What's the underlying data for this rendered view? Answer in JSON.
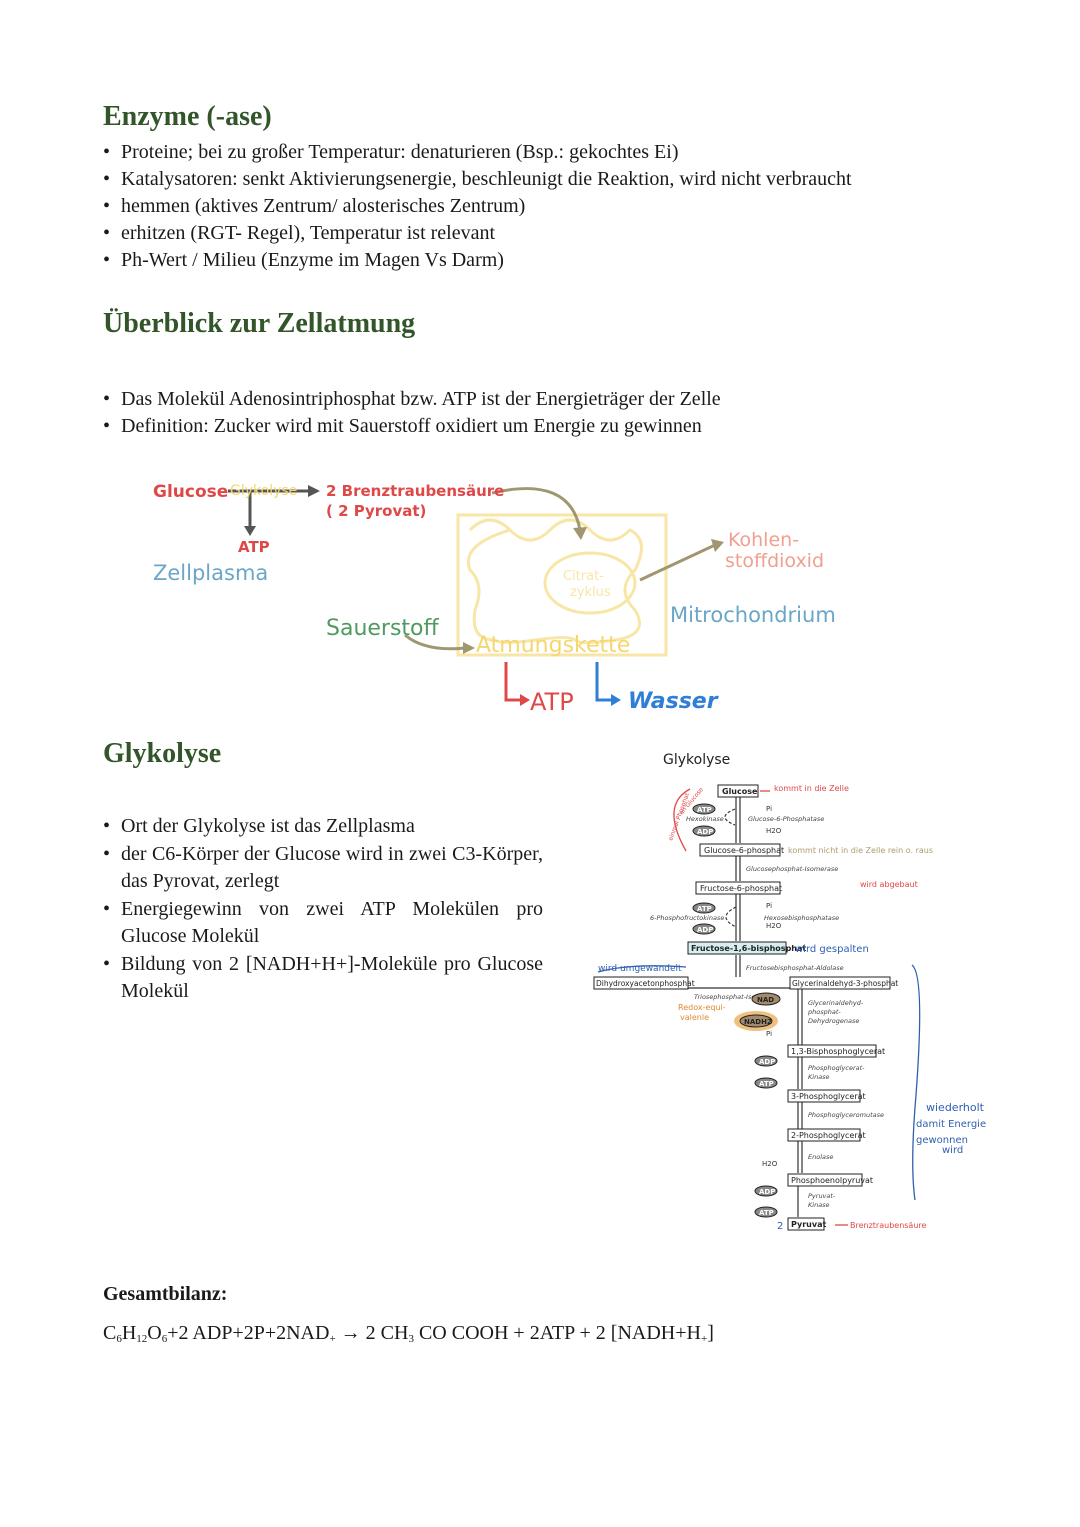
{
  "sections": {
    "enzyme": {
      "title": "Enzyme (-ase)",
      "bullets": [
        "Proteine; bei zu großer Temperatur: denaturieren (Bsp.: gekochtes Ei)",
        "Katalysatoren: senkt Aktivierungsenergie, beschleunigt die Reaktion, wird nicht verbraucht",
        "hemmen (aktives Zentrum/ alosterisches Zentrum)",
        "erhitzen (RGT- Regel), Temperatur ist relevant",
        "Ph-Wert / Milieu (Enzyme im  Magen Vs Darm)"
      ]
    },
    "zellatmung": {
      "title": "Überblick zur Zellatmung",
      "bullets": [
        "Das Molekül Adenosintriphosphat bzw. ATP ist der Energieträger der Zelle",
        "Definition: Zucker wird mit Sauerstoff oxidiert um Energie zu gewinnen"
      ],
      "diagram": {
        "glucose": "Glucose",
        "glykolyse": "Glykolyse",
        "brenz": "2 Brenztraubensäure",
        "pyrovat": "( 2 Pyrovat)",
        "atp1": "ATP",
        "zellplasma": "Zellplasma",
        "citrat1": "Citrat-",
        "citrat2": "zyklus",
        "kohlen1": "Kohlen-",
        "kohlen2": "stoffdioxid",
        "mitochondrium": "Mitrochondrium",
        "sauerstoff": "Sauerstoff",
        "atmungskette": "Atmungskette",
        "atp2": "ATP",
        "wasser": "Wasser",
        "colors": {
          "red": "#e04848",
          "yellow": "#f5d76e",
          "blue": "#2f7fd6",
          "lightblue": "#6aa6c8",
          "green": "#4f9a5f",
          "brown": "#b09a6a",
          "salmon": "#f0a090"
        }
      }
    },
    "glykolyse": {
      "title": "Glykolyse",
      "bullets": [
        " Ort der Glykolyse ist das Zellplasma",
        " der C6-Körper der Glucose wird in zwei C3-Körper, das Pyrovat, zerlegt",
        " Energiegewinn von zwei ATP Molekülen pro Glucose Molekül",
        " Bildung von 2 [NADH+H+]-Moleküle pro Glucose Molekül"
      ],
      "figure": {
        "title": "Glykolyse",
        "boxes": [
          "Glucose",
          "Glucose-6-phosphat",
          "Fructose-6-phosphat",
          "Fructose-1,6-bisphosphat",
          "Dihydroxyacetonphosphat",
          "Glycerinaldehyd-3-phosphat",
          "1,3-Bisphosphoglycerat",
          "3-Phosphoglycerat",
          "2-Phosphoglycerat",
          "Phosphoenolpyruvat",
          "Pyruvat"
        ],
        "enzymes": [
          "Hexokinase",
          "Glucose-6-Phosphatase",
          "Glucosephosphat-Isomerase",
          "6-Phosphofructokinase",
          "Hexosebisphosphatase",
          "Fructosebisphosphat-Aldolase",
          "Triosephosphat-Isomerase",
          "Glycerinaldehyd-",
          "phosphat-",
          "Dehydrogenase",
          "Phosphoglycerat-",
          "Kinase",
          "Phosphoglyceromutase",
          "Enolase",
          "Pyruvat-",
          "Kinase"
        ],
        "molecules": [
          "ATP",
          "ADP",
          "Pi",
          "H2O",
          "NAD",
          "NADH2"
        ],
        "notes": {
          "kommt": "kommt in die Zelle",
          "kommtnicht": "kommt nicht in die Zelle rein o. raus",
          "abgebaut": "wird abgebaut",
          "gespalten": "wird gespalten",
          "umgewandelt": "wird umgewandelt",
          "redox1": "Redox-equi-",
          "redox2": "valenle",
          "wdh1": "wiederholt",
          "wdh2": "damit Energie",
          "wdh3": "gewonnen",
          "wdh4": "wird",
          "brenz": "Brenztraubensäure",
          "two": "2",
          "phosphat": "einmal Phosphat",
          "glucose": "an Glucose"
        }
      }
    },
    "bilanz": {
      "title": "Gesamtbilanz:",
      "p1": "C",
      "p2": "6",
      "p3": "H",
      "p4": "12",
      "p5": "O",
      "p6": "6",
      "p7": "+2 ADP+2P+2NAD",
      "p8": "+",
      "p9": "  → 2 CH",
      "p10": "3",
      "p11": " CO COOH + 2ATP + 2 [NADH+H",
      "p12": "+",
      "p13": "]"
    }
  }
}
